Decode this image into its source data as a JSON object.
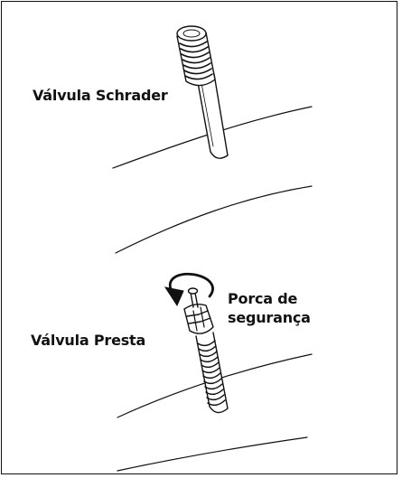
{
  "labels": {
    "schrader": "Válvula Schrader",
    "presta": "Válvula Presta",
    "lock_nut_line1": "Porca de",
    "lock_nut_line2": "segurança"
  },
  "colors": {
    "ink": "#111111",
    "background": "#ffffff"
  }
}
